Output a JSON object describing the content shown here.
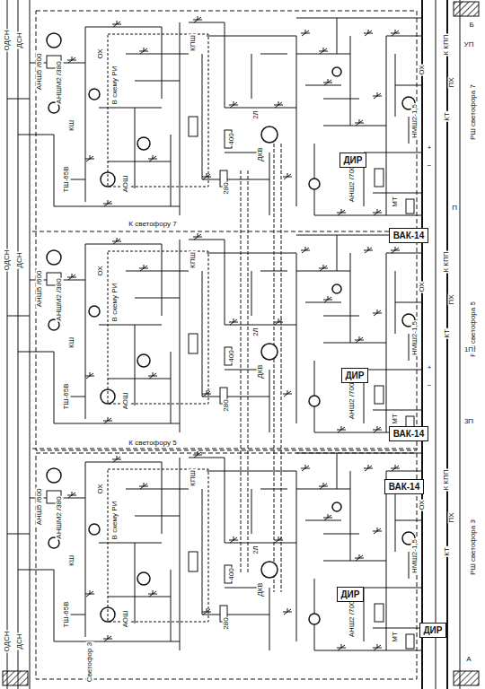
{
  "diagram": {
    "nodes": [
      {
        "text": [
          "ДИР"
        ]
      },
      {
        "text": [
          "ВАК-14"
        ]
      },
      {
        "text": [
          "ДИР"
        ]
      },
      {
        "text": [
          "ВАК-14"
        ]
      },
      {
        "text": [
          "ВАК-14"
        ]
      },
      {
        "text": [
          "ДИР"
        ]
      },
      {
        "text": [
          "ДИР"
        ]
      }
    ],
    "labels": [
      "АНШ5 /600",
      "АНШМ2 /380",
      "КШ",
      "ТШ-65В",
      "В схему РИ",
      "ОХ",
      "АОШ",
      "КПШ",
      "400",
      "280",
      "ДКВ",
      "2Л",
      "АНШ2 /700",
      "МТ",
      "ОХ",
      "КТ",
      "ПХ",
      "К КПП",
      "РШ светофора 7",
      "НМШ2-1,5",
      "АНШ5 /600",
      "АНШМ2 /380",
      "КШ",
      "ТШ-65В",
      "В схему РИ",
      "ОХ",
      "АОШ",
      "КПШ",
      "400",
      "280",
      "ДКВ",
      "2Л",
      "АНШ2 /700",
      "МТ",
      "ОХ",
      "КТ",
      "ПХ",
      "К КПП",
      "РШ светофора 5",
      "НМШ2-1,5",
      "АНШ5 /600",
      "АНШМ2 /380",
      "КШ",
      "ТШ-65В",
      "В схему РИ",
      "ОХ",
      "АОШ",
      "КПШ",
      "400",
      "280",
      "ДКВ",
      "2Л",
      "АНШ2 /700",
      "МТ",
      "ОХ",
      "КТ",
      "ПХ",
      "К КПП",
      "РШ светофора 3",
      "НМШ2-1,5",
      "ОДСН",
      "ДСН",
      "ОДСН",
      "ДСН",
      "ОДСН",
      "ДСН",
      "К светофору 7",
      "К светофору 5",
      "Светофор 3",
      "Б",
      "УП",
      "П",
      "3П",
      "1П",
      "А",
      "+",
      "−",
      "+",
      "−"
    ]
  }
}
